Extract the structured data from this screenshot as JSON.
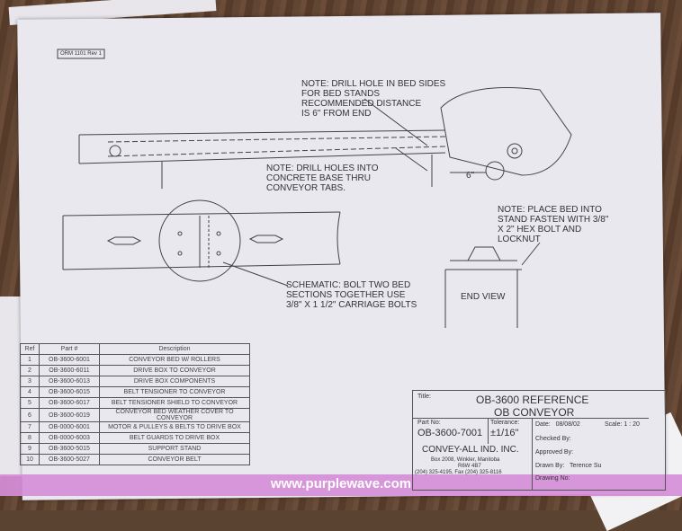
{
  "form_label": "ORM 1101 Rev 1",
  "notes": {
    "drill_bed_sides": [
      "NOTE: DRILL HOLE IN BED SIDES",
      "FOR BED STANDS",
      "RECOMMENDED DISTANCE",
      "IS 6\" FROM END"
    ],
    "dimension": "6\"",
    "drill_base": [
      "NOTE: DRILL HOLES INTO",
      "CONCRETE BASE THRU",
      "CONVEYOR TABS."
    ],
    "place_bed": [
      "NOTE: PLACE BED INTO",
      "STAND FASTEN WITH 3/8\"",
      "X 2\" HEX  BOLT AND",
      "LOCKNUT"
    ],
    "schematic": [
      "SCHEMATIC: BOLT TWO BED",
      "SECTIONS TOGETHER USE",
      "3/8\" X 1 1/2\" CARRIAGE BOLTS"
    ],
    "end_view": "END VIEW"
  },
  "parts_table": {
    "headers": [
      "Ref",
      "Part #",
      "Description"
    ],
    "rows": [
      [
        "1",
        "OB-3600-6001",
        "CONVEYOR BED W/ ROLLERS"
      ],
      [
        "2",
        "OB-3600-6011",
        "DRIVE BOX TO CONVEYOR"
      ],
      [
        "3",
        "OB-3600-6013",
        "DRIVE BOX COMPONENTS"
      ],
      [
        "4",
        "OB-3600-6015",
        "BELT TENSIONER TO CONVEYOR"
      ],
      [
        "5",
        "OB-3600-6017",
        "BELT TENSIONER SHIELD TO CONVEYOR"
      ],
      [
        "6",
        "OB-3600-6019",
        "CONVEYOR BED WEATHER COVER TO CONVEYOR"
      ],
      [
        "7",
        "OB-0000-6001",
        "MOTOR & PULLEYS & BELTS TO DRIVE BOX"
      ],
      [
        "8",
        "OB-0000-6003",
        "BELT GUARDS TO DRIVE BOX"
      ],
      [
        "9",
        "OB-3600-5015",
        "SUPPORT STAND"
      ],
      [
        "10",
        "OB-3600-5027",
        "CONVEYOR BELT"
      ]
    ]
  },
  "title_block": {
    "title_label": "Title:",
    "title_line1": "OB-3600  REFERENCE",
    "title_line2": "OB CONVEYOR",
    "part_no_label": "Part No:",
    "part_no": "OB-3600-7001",
    "tolerance_label": "Tolerance:",
    "tolerance": "±1/16\"",
    "date_label": "Date:",
    "date": "08/08/02",
    "scale_label": "Scale:",
    "scale": "1 : 20",
    "checked_by": "Checked By:",
    "approved_by": "Approved By:",
    "drawn_by_label": "Drawn By:",
    "drawn_by": "Terence Su",
    "drawing_no": "Drawing No:",
    "company": "CONVEY-ALL IND. INC.",
    "address1": "Box 2008, Winkler, Manitoba",
    "address2": "R6W 4B7",
    "phone": "(204) 325-4195, Fax (204) 325-8116"
  },
  "watermark": "www.purplewave.com",
  "colors": {
    "band": "#d68ed8",
    "paper": "#e9e8ef",
    "wood": "#5b4332"
  }
}
